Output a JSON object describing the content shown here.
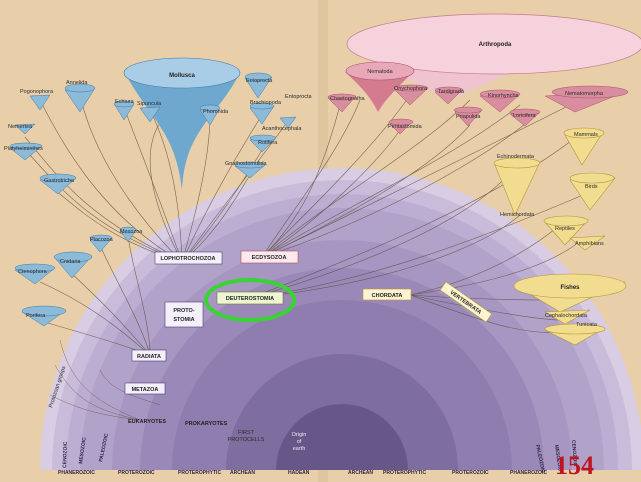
{
  "page_number": "154",
  "big_groups": {
    "arthropoda": "Arthropoda",
    "mollusca": "Mollusca",
    "nematoda": "Nematoda",
    "fishes": "Fishes"
  },
  "boxes": {
    "lophotrochozoa": "LOPHOTROCHOZOA",
    "ecdysozoa": "ECDYSOZOA",
    "deuterostomia": "DEUTEROSTOMIA",
    "chordata": "CHORDATA",
    "vertebrata": "VERTEBRATA",
    "protostomia_1": "PROTO-",
    "protostomia_2": "STOMIA",
    "radiata": "RADIATA",
    "metazoa": "METAZOA",
    "eukaryotes": "EUKARYOTES",
    "prokaryotes": "PROKARYOTES",
    "first_protocells_1": "FIRST",
    "first_protocells_2": "PROTOCELLS",
    "origin_1": "Origin",
    "origin_2": "of",
    "origin_3": "earth"
  },
  "taxa": {
    "annelida": "Annelida",
    "pogonophora": "Pogonophora",
    "echiura": "Echiura",
    "sipuncula": "Sipuncula",
    "phoronida": "Phoronida",
    "brachiopoda": "Brachiopoda",
    "ectoprocta": "Ectoprocta",
    "entoprocta": "Entoprocta",
    "acanthocephala": "Acanthocephala",
    "rotifera": "Rotifera",
    "gastrotricha": "Gastrotricha",
    "nemertea": "Nemertea",
    "platyhelminthes": "Platyhelminthes",
    "gnathostomulida": "Gnathostomulida",
    "onychophora": "Onychophora",
    "tardigrada": "Tardigrada",
    "kinorhyncha": "Kinorhyncha",
    "nematomorpha": "Nematomorpha",
    "chaetognatha": "Chaetognatha",
    "pentastomida": "Pentastomida",
    "priapulida": "Priapulida",
    "loricifera": "Loricifera",
    "mammals": "Mammals",
    "echinodermata": "Echinodermata",
    "birds": "Birds",
    "hemichordata": "Hemichordata",
    "reptiles": "Reptiles",
    "amphibians": "Amphibians",
    "mesozoa": "Mesozoa",
    "placozoa": "Placozoa",
    "cnidaria": "Cnidaria",
    "ctenophora": "Ctenophora",
    "porifera": "Porifera",
    "cephalochordata": "Cephalochordata",
    "tunicata": "Tunicata",
    "protozoan_groups": "Protozoan groups"
  },
  "eras": {
    "cenozoic": "CENOZOIC",
    "mesozoic": "MESOZOIC",
    "paleozoic": "PALEOZOIC",
    "phanerozoic": "PHANEROZOIC",
    "proterozoic": "PROTEROZOIC",
    "proterophytic": "PROTEROPHYTIC",
    "archean": "ARCHEAN",
    "hadean": "HADEAN"
  },
  "colors": {
    "background": "#e8cfa9",
    "mollusca": "#6fa8cf",
    "arthropoda": "#f6d3dc",
    "nematoda": "#d57b90",
    "chordates": "#f2dc8f",
    "band_outer": "#bdb0cf",
    "highlight_circle": "#3ad334",
    "page_number": "#c1121f"
  }
}
